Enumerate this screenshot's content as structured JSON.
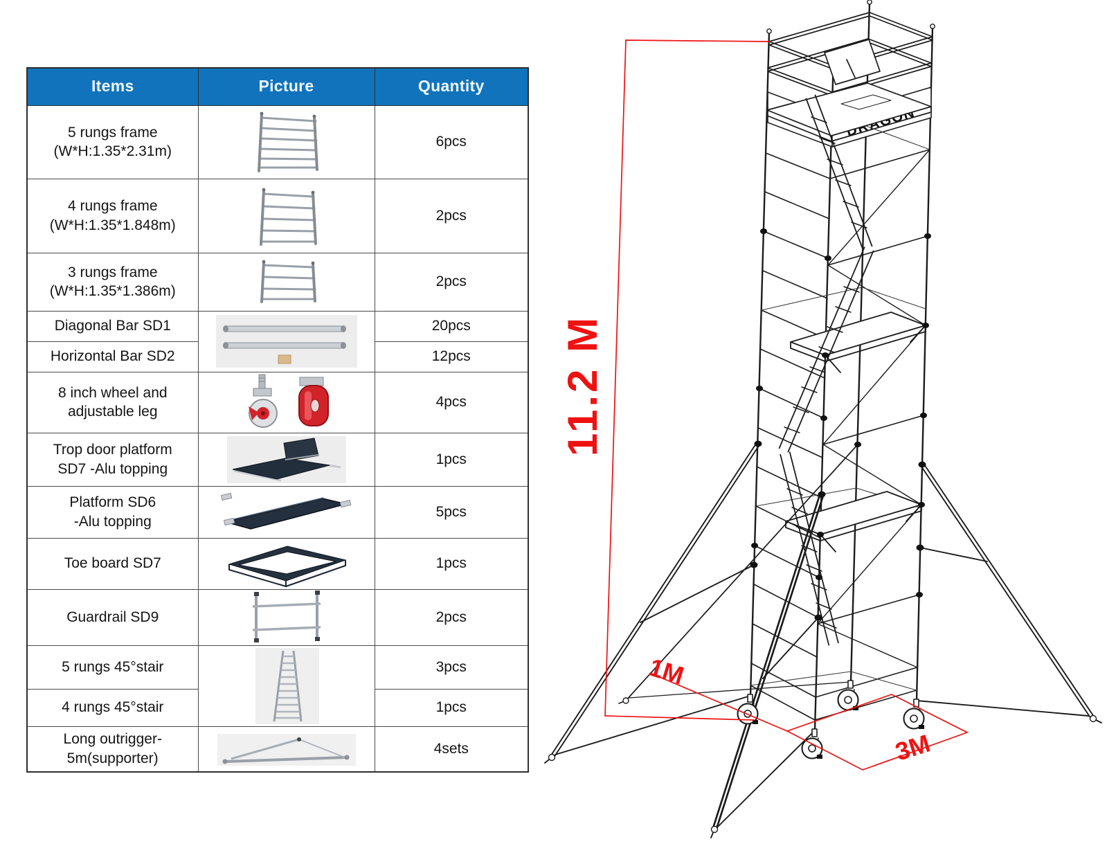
{
  "colors": {
    "header_bg": "#1173bb",
    "header_text": "#eef7ff",
    "accent_red": "#ee1211",
    "line_dark": "#1c1c1c"
  },
  "table": {
    "headers": [
      "Items",
      "Picture",
      "Quantity"
    ],
    "rows": [
      {
        "item": "5 rungs frame\n(W*H:1.35*2.31m)",
        "qty": "6pcs",
        "picture": "frame-5-rungs"
      },
      {
        "item": "4 rungs frame\n(W*H:1.35*1.848m)",
        "qty": "2pcs",
        "picture": "frame-4-rungs"
      },
      {
        "item": "3 rungs frame\n(W*H:1.35*1.386m)",
        "qty": "2pcs",
        "picture": "frame-3-rungs"
      },
      {
        "item": "Diagonal Bar SD1",
        "qty": "20pcs",
        "picture": "diagonal-horizontal-bars"
      },
      {
        "item": "Horizontal Bar SD2",
        "qty": "12pcs",
        "picture": "diagonal-horizontal-bars"
      },
      {
        "item": "8 inch wheel and\nadjustable leg",
        "qty": "4pcs",
        "picture": "wheel-and-leg"
      },
      {
        "item": "Trop door platform\nSD7 -Alu topping",
        "qty": "1pcs",
        "picture": "trapdoor-platform"
      },
      {
        "item": "Platform SD6\n-Alu topping",
        "qty": "5pcs",
        "picture": "platform"
      },
      {
        "item": "Toe board SD7",
        "qty": "1pcs",
        "picture": "toe-board"
      },
      {
        "item": "Guardrail SD9",
        "qty": "2pcs",
        "picture": "guardrail"
      },
      {
        "item": "5 rungs 45°stair",
        "qty": "3pcs",
        "picture": "stair-45"
      },
      {
        "item": "4 rungs 45°stair",
        "qty": "1pcs",
        "picture": "stair-45"
      },
      {
        "item": "Long outrigger-\n5m(supporter)",
        "qty": "4sets",
        "picture": "long-outrigger"
      }
    ]
  },
  "diagram": {
    "brand": "DRAGON",
    "height_label": "11.2 M",
    "width_label": "1M",
    "depth_label": "3M"
  }
}
